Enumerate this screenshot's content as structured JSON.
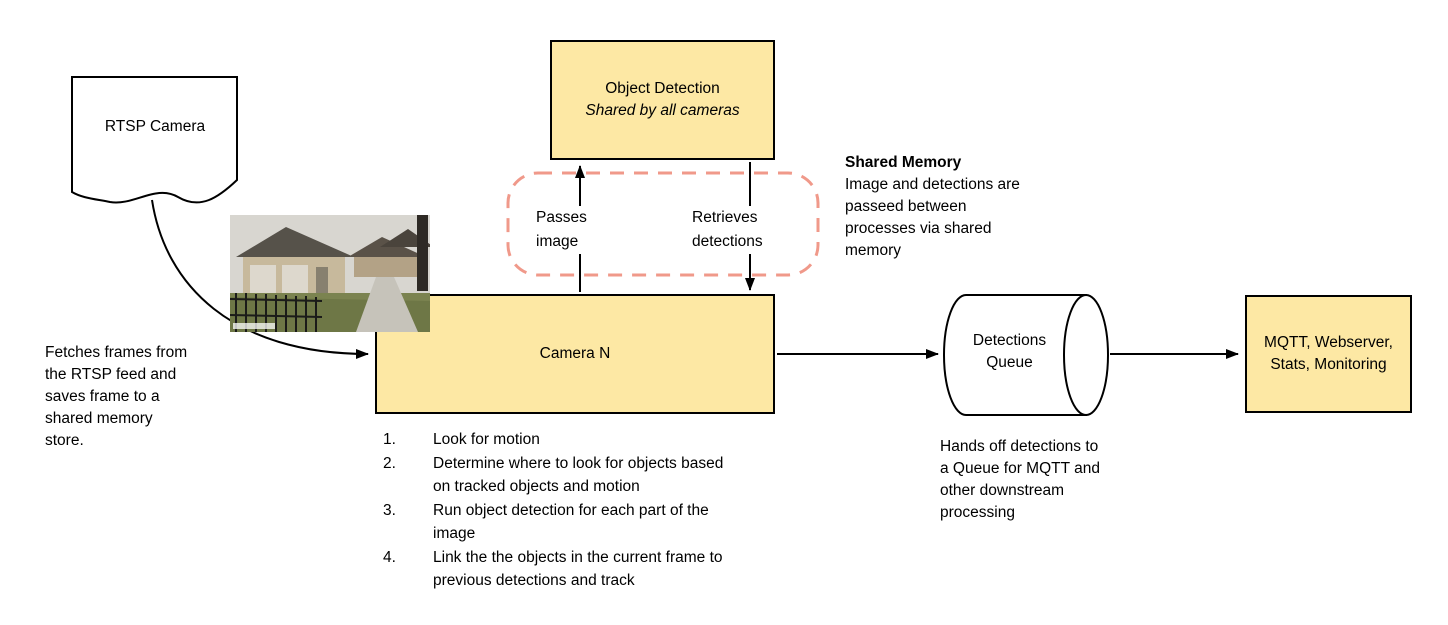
{
  "diagram": {
    "rtsp_camera": {
      "label": "RTSP Camera"
    },
    "fetch_note": "Fetches frames from the RTSP feed and saves frame to a shared memory store.",
    "object_detection": {
      "title": "Object Detection",
      "subtitle": "Shared by all cameras"
    },
    "shared_memory": {
      "passes_image_label": "Passes image",
      "retrieves_detections_label": "Retrieves detections",
      "title": "Shared Memory",
      "body": "Image and detections are passeed between processes via shared memory"
    },
    "camera_n": {
      "label": "Camera N",
      "steps": [
        {
          "num": "1.",
          "text": "Look for motion"
        },
        {
          "num": "2.",
          "text": "Determine where to look for objects based on tracked objects and motion"
        },
        {
          "num": "3.",
          "text": "Run object detection for each part of the image"
        },
        {
          "num": "4.",
          "text": "Link the the objects in the current frame to previous detections and track"
        }
      ]
    },
    "detections_queue": {
      "label": "Detections Queue",
      "note": "Hands off detections to a Queue for MQTT and other downstream processing"
    },
    "outputs": {
      "label": "MQTT, Webserver, Stats, Monitoring"
    },
    "snapshot_image": "backyard-camera-frame",
    "colors": {
      "node_fill": "#FDE8A4",
      "node_border": "#000000",
      "dashed_region": "#F0998A",
      "arrow": "#000000"
    }
  }
}
